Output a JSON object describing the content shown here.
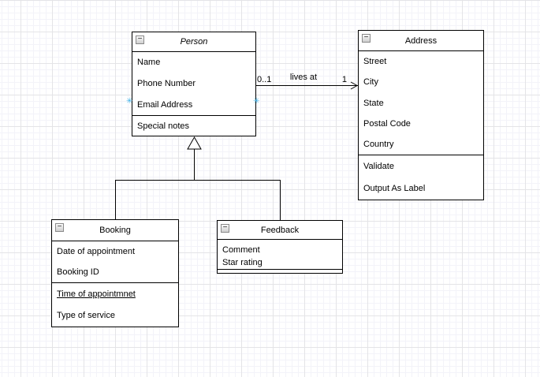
{
  "canvas": {
    "background": "#ffffff",
    "grid_minor_color": "#f3f3f9",
    "grid_major_color": "#e4e4e7"
  },
  "icons": {
    "collapse": "−",
    "connection_point": "✳"
  },
  "colors": {
    "shape_stroke": "#000000",
    "text": "#000000",
    "connection_point": "#45b5e8"
  },
  "classes": {
    "person": {
      "title": "Person",
      "abstract": true,
      "attributes": [
        "Name",
        "Phone Number",
        "Email Address"
      ],
      "methods": [
        "Special notes"
      ]
    },
    "address": {
      "title": "Address",
      "abstract": false,
      "attributes": [
        "Street",
        "City",
        "State",
        "Postal Code",
        "Country"
      ],
      "methods": [
        "Validate",
        "Output As Label"
      ]
    },
    "booking": {
      "title": "Booking",
      "abstract": false,
      "attributes": [
        "Date of appointment",
        "Booking ID"
      ],
      "methods": [
        "Time of appointmnet",
        "Type of service"
      ],
      "underlined_methods": [
        "Time of appointmnet"
      ]
    },
    "feedback": {
      "title": "Feedback",
      "abstract": false,
      "attributes": [
        "Comment",
        "Star rating"
      ],
      "methods": []
    }
  },
  "association": {
    "label": "lives at",
    "from": "Person",
    "to": "Address",
    "multiplicity_source": "0..1",
    "multiplicity_target": "1"
  },
  "inheritance": {
    "parent": "Person",
    "children": [
      "Booking",
      "Feedback"
    ]
  }
}
